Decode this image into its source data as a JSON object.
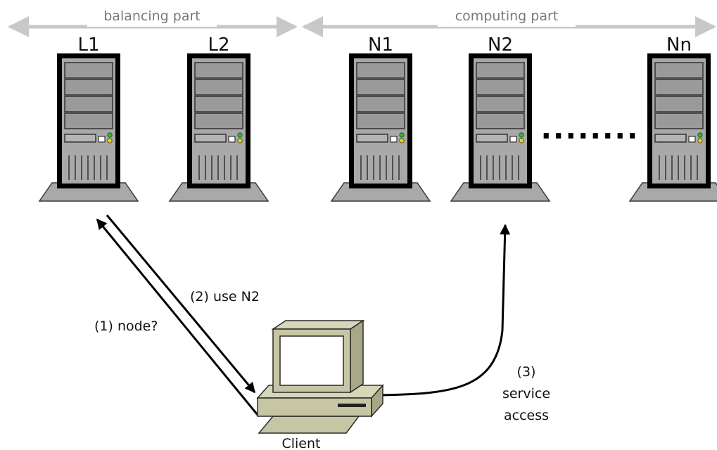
{
  "sections": {
    "balancing": "balancing part",
    "computing": "computing part"
  },
  "servers": [
    {
      "id": "L1",
      "label": "L1"
    },
    {
      "id": "L2",
      "label": "L2"
    },
    {
      "id": "N1",
      "label": "N1"
    },
    {
      "id": "N2",
      "label": "N2"
    },
    {
      "id": "Nn",
      "label": "Nn"
    }
  ],
  "ellipsis": "........",
  "steps": {
    "step1": "(1) node?",
    "step2": "(2) use N2",
    "step3_line1": "(3)",
    "step3_line2": "service",
    "step3_line3": "access"
  },
  "client": {
    "label": "Client"
  },
  "colors": {
    "arrow_gray": "#c8c8c8",
    "server_body": "#a9a9a9",
    "server_frame": "#000000",
    "led_green": "#2dbd2d",
    "led_yellow": "#e8d80c",
    "client_beige": "#c6c6a4",
    "screen": "#ffffff"
  }
}
